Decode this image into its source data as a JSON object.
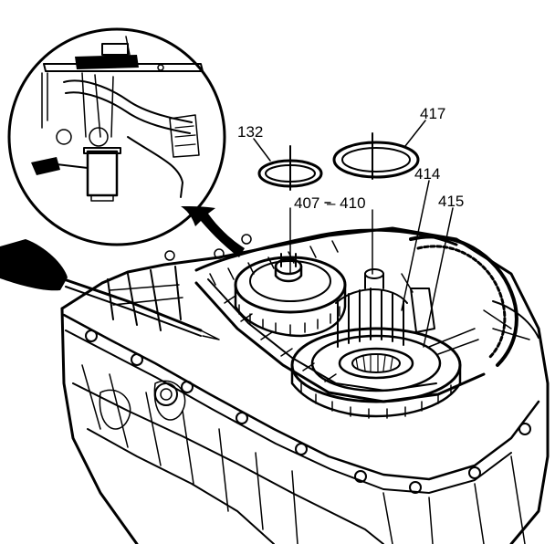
{
  "diagram": {
    "callouts": [
      {
        "id": "c132",
        "text": "132"
      },
      {
        "id": "c417",
        "text": "417"
      },
      {
        "id": "c407",
        "text": "407"
      },
      {
        "id": "c410",
        "text": "410"
      },
      {
        "id": "c414",
        "text": "414"
      },
      {
        "id": "c415",
        "text": "415"
      }
    ],
    "inset_view": "detail-magnifier",
    "arrow": "inset-pointer-arrow"
  }
}
